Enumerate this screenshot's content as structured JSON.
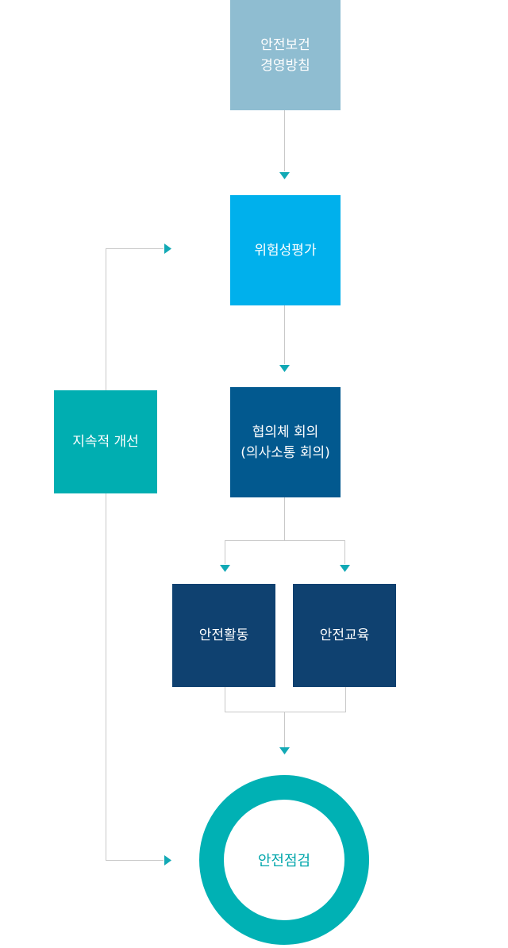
{
  "nodes": {
    "policy": {
      "line1": "안전보건",
      "line2": "경영방침",
      "color": "#8fbdd1"
    },
    "risk": {
      "label": "위험성평가",
      "color": "#00b0ec"
    },
    "council": {
      "line1": "협의체 회의",
      "line2": "(의사소통 회의)",
      "color": "#02598f"
    },
    "activity": {
      "label": "안전활동",
      "color": "#0f4170"
    },
    "education": {
      "label": "안전교육",
      "color": "#0f4170"
    },
    "improve": {
      "label": "지속적 개선",
      "color": "#00aeb1"
    },
    "inspection": {
      "label": "안전점검",
      "color": "#00b1b4"
    }
  },
  "colors": {
    "connector": "#c8c8c8",
    "arrowhead": "#12a9b5"
  }
}
